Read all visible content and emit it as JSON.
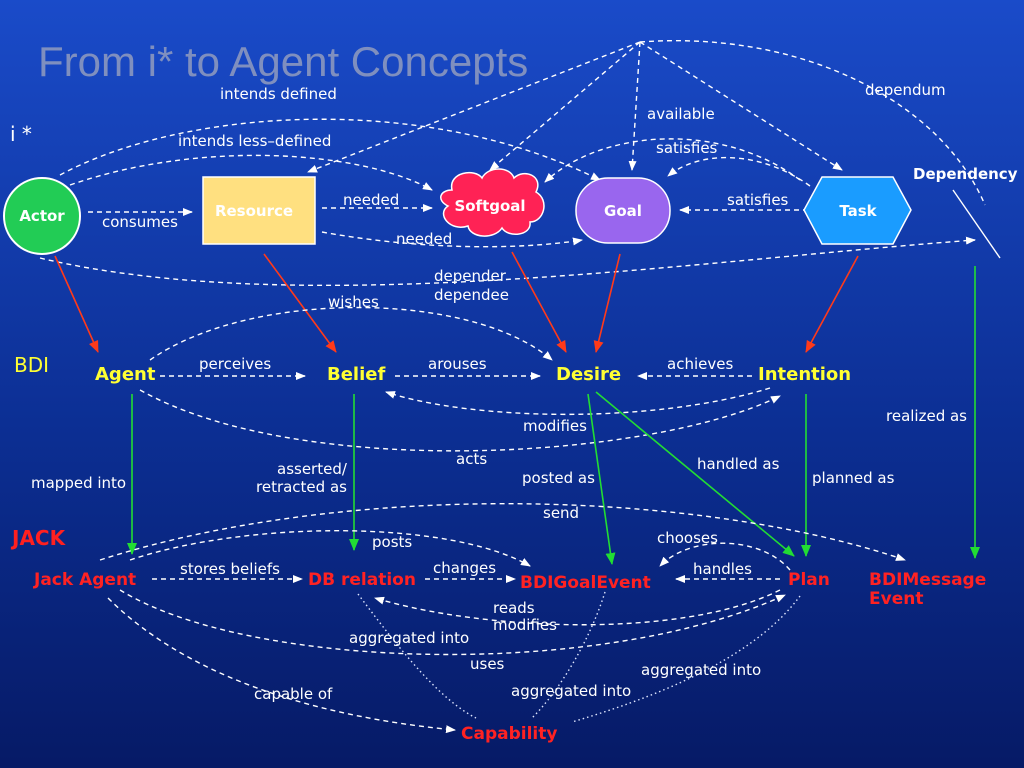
{
  "title": "From i* to Agent Concepts",
  "sections": {
    "istar": "i *",
    "bdi": "BDI",
    "jack": "JACK"
  },
  "istar_nodes": {
    "actor": "Actor",
    "resource": "Resource",
    "softgoal": "Softgoal",
    "goal": "Goal",
    "task": "Task",
    "dependency": "Dependency"
  },
  "bdi_nodes": {
    "agent": "Agent",
    "belief": "Belief",
    "desire": "Desire",
    "intention": "Intention"
  },
  "jack_nodes": {
    "jack_agent": "Jack Agent",
    "db_relation": "DB relation",
    "bdigoalevent": "BDIGoalEvent",
    "plan": "Plan",
    "bdimessage_line1": "BDIMessage",
    "bdimessage_line2": "Event",
    "capability": "Capability"
  },
  "edge_labels": {
    "intends_defined": "intends defined",
    "intends_less_defined": "intends less–defined",
    "dependum": "dependum",
    "available": "available",
    "satisfies_top": "satisfies",
    "satisfies_right": "satisfies",
    "needed_1": "needed",
    "needed_2": "needed",
    "consumes": "consumes",
    "depender": "depender",
    "dependee": "dependee",
    "wishes": "wishes",
    "perceives": "perceives",
    "arouses": "arouses",
    "achieves": "achieves",
    "modifies": "modifies",
    "realized_as": "realized as",
    "mapped_into": "mapped into",
    "asserted_line1": "asserted/",
    "asserted_line2": "retracted as",
    "acts": "acts",
    "posted_as": "posted as",
    "handled_as": "handled as",
    "planned_as": "planned as",
    "send": "send",
    "posts": "posts",
    "chooses": "chooses",
    "stores_beliefs": "stores beliefs",
    "changes": "changes",
    "handles": "handles",
    "reads": "reads",
    "modifies_2": "modifies",
    "aggregated_into_1": "aggregated into",
    "uses": "uses",
    "aggregated_into_2": "aggregated into",
    "capable_of": "capable of",
    "aggregated_into_3": "aggregated into"
  },
  "colors": {
    "background_top": "#1a4bc9",
    "background_bottom": "#061a66",
    "actor": "#22cc55",
    "resource": "#ffe080",
    "softgoal": "#ff2255",
    "goal": "#9966ee",
    "task": "#1a9cff",
    "bdi_text": "#ffff33",
    "jack_text": "#ff2222",
    "red_arrow": "#ff3a1a",
    "green_arrow": "#22dd33"
  }
}
